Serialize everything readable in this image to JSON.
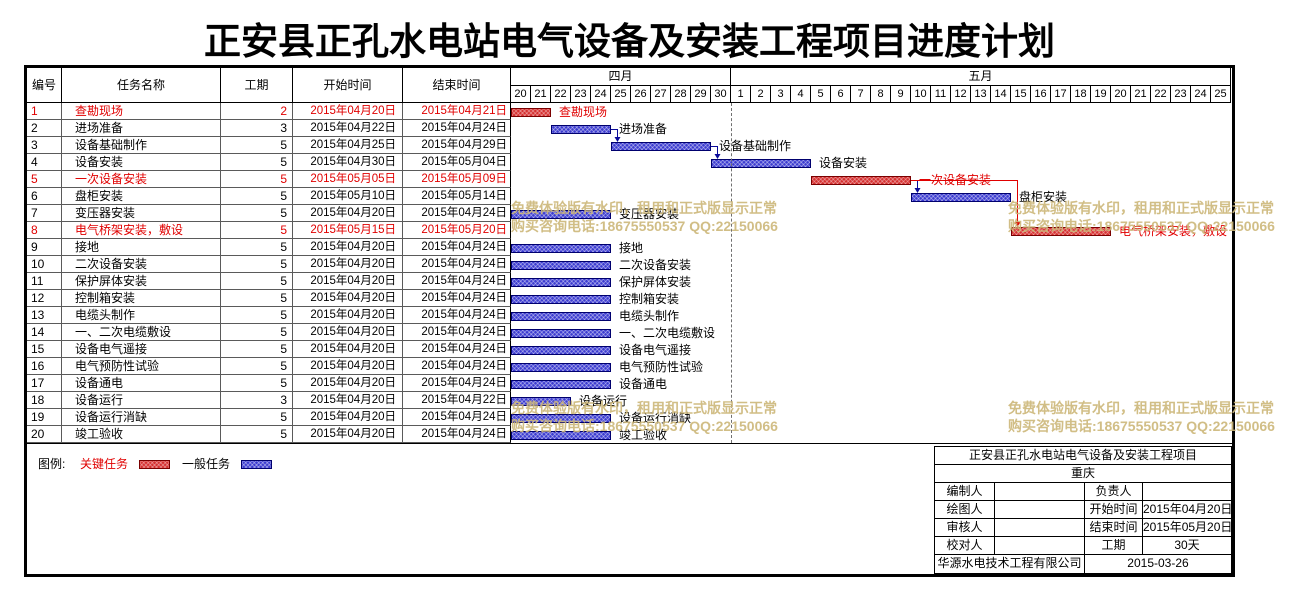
{
  "colors": {
    "critical": "#d63030",
    "critical_text": "#e00000",
    "normal": "#3b3bd0",
    "link_normal": "#0a0a9a",
    "link_critical": "#e00000",
    "watermark": "#cdb779"
  },
  "columns": {
    "id": "编号",
    "name": "任务名称",
    "duration": "工期",
    "start": "开始时间",
    "end": "结束时间"
  },
  "chart_data": {
    "type": "bar",
    "orientation": "horizontal",
    "title": "正安县正孔水电站电气设备及安装工程项目进度计划",
    "timeline": [
      {
        "month": "四月",
        "days": [
          20,
          21,
          22,
          23,
          24,
          25,
          26,
          27,
          28,
          29,
          30
        ]
      },
      {
        "month": "五月",
        "days": [
          1,
          2,
          3,
          4,
          5,
          6,
          7,
          8,
          9,
          10,
          11,
          12,
          13,
          14,
          15,
          16,
          17,
          18,
          19,
          20,
          21,
          22,
          23,
          24,
          25
        ]
      }
    ],
    "tasks": [
      {
        "id": 1,
        "name": "查勘现场",
        "duration": 2,
        "start": "2015年04月20日",
        "end": "2015年04月21日",
        "critical": true
      },
      {
        "id": 2,
        "name": "进场准备",
        "duration": 3,
        "start": "2015年04月22日",
        "end": "2015年04月24日",
        "critical": false
      },
      {
        "id": 3,
        "name": "设备基础制作",
        "duration": 5,
        "start": "2015年04月25日",
        "end": "2015年04月29日",
        "critical": false
      },
      {
        "id": 4,
        "name": "设备安装",
        "duration": 5,
        "start": "2015年04月30日",
        "end": "2015年05月04日",
        "critical": false
      },
      {
        "id": 5,
        "name": "一次设备安装",
        "duration": 5,
        "start": "2015年05月05日",
        "end": "2015年05月09日",
        "critical": true
      },
      {
        "id": 6,
        "name": "盘柜安装",
        "duration": 5,
        "start": "2015年05月10日",
        "end": "2015年05月14日",
        "critical": false
      },
      {
        "id": 7,
        "name": "变压器安装",
        "duration": 5,
        "start": "2015年04月20日",
        "end": "2015年04月24日",
        "critical": false
      },
      {
        "id": 8,
        "name": "电气桥架安装，敷设",
        "duration": 5,
        "start": "2015年05月15日",
        "end": "2015年05月20日",
        "critical": true
      },
      {
        "id": 9,
        "name": "接地",
        "duration": 5,
        "start": "2015年04月20日",
        "end": "2015年04月24日",
        "critical": false
      },
      {
        "id": 10,
        "name": "二次设备安装",
        "duration": 5,
        "start": "2015年04月20日",
        "end": "2015年04月24日",
        "critical": false
      },
      {
        "id": 11,
        "name": "保护屏体安装",
        "duration": 5,
        "start": "2015年04月20日",
        "end": "2015年04月24日",
        "critical": false
      },
      {
        "id": 12,
        "name": "控制箱安装",
        "duration": 5,
        "start": "2015年04月20日",
        "end": "2015年04月24日",
        "critical": false
      },
      {
        "id": 13,
        "name": "电缆头制作",
        "duration": 5,
        "start": "2015年04月20日",
        "end": "2015年04月24日",
        "critical": false
      },
      {
        "id": 14,
        "name": "一、二次电缆敷设",
        "duration": 5,
        "start": "2015年04月20日",
        "end": "2015年04月24日",
        "critical": false
      },
      {
        "id": 15,
        "name": "设备电气遥接",
        "duration": 5,
        "start": "2015年04月20日",
        "end": "2015年04月24日",
        "critical": false
      },
      {
        "id": 16,
        "name": "电气预防性试验",
        "duration": 5,
        "start": "2015年04月20日",
        "end": "2015年04月24日",
        "critical": false
      },
      {
        "id": 17,
        "name": "设备通电",
        "duration": 5,
        "start": "2015年04月20日",
        "end": "2015年04月24日",
        "critical": false
      },
      {
        "id": 18,
        "name": "设备运行",
        "duration": 3,
        "start": "2015年04月20日",
        "end": "2015年04月22日",
        "critical": false
      },
      {
        "id": 19,
        "name": "设备运行消缺",
        "duration": 5,
        "start": "2015年04月20日",
        "end": "2015年04月24日",
        "critical": false
      },
      {
        "id": 20,
        "name": "竣工验收",
        "duration": 5,
        "start": "2015年04月20日",
        "end": "2015年04月24日",
        "critical": false
      }
    ],
    "dependencies": [
      {
        "from": 2,
        "to": 3
      },
      {
        "from": 3,
        "to": 4
      },
      {
        "from": 5,
        "to": 6
      },
      {
        "from": 5,
        "to": 8
      }
    ]
  },
  "legend": {
    "label": "图例:",
    "critical": "关键任务",
    "normal": "一般任务"
  },
  "watermark": {
    "line1": "免费体验版有水印，租用和正式版显示正常",
    "line2": "购买咨询电话:18675550537 QQ:22150066"
  },
  "info": {
    "project": "正安县正孔水电站电气设备及安装工程项目",
    "location": "重庆",
    "compiler_label": "编制人",
    "owner_label": "负责人",
    "drawer_label": "绘图人",
    "start_label": "开始时间",
    "start": "2015年04月20日",
    "reviewer_label": "审核人",
    "end_label": "结束时间",
    "end": "2015年05月20日",
    "checker_label": "校对人",
    "duration_label": "工期",
    "duration": "30天",
    "company": "华源水电技术工程有限公司",
    "date": "2015-03-26"
  }
}
